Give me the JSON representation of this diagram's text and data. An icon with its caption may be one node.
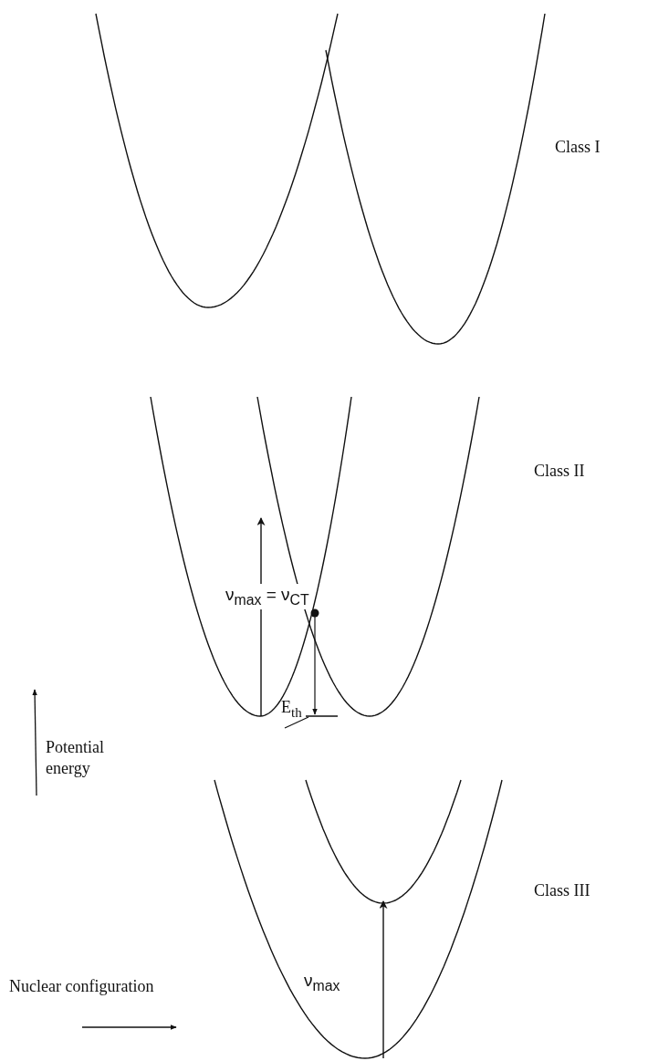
{
  "diagram": {
    "labels": [
      "Class I",
      "Class II",
      "ν$_{max}$ = ν$_{CT}$",
      "E$_{th}$",
      "Potential energy",
      "Class III",
      "Nuclear configuration",
      "ν$_{max}$"
    ]
  }
}
